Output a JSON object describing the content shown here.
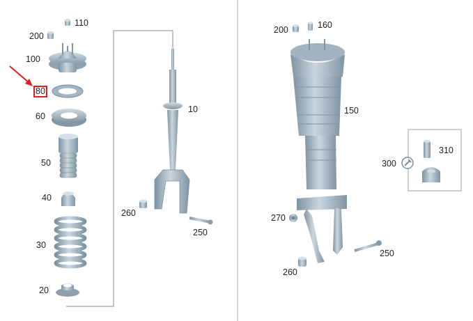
{
  "diagram": {
    "left_panel": {
      "callouts": [
        "110",
        "200",
        "100",
        "80",
        "60",
        "50",
        "40",
        "30",
        "20",
        "10",
        "260",
        "250"
      ],
      "highlighted": "80"
    },
    "right_panel": {
      "callouts": [
        "200",
        "160",
        "150",
        "300",
        "310",
        "270",
        "250",
        "260"
      ]
    },
    "colors": {
      "part_fill": "#a8b9c6",
      "part_dark": "#7b8e9d",
      "part_light": "#cfdbe3",
      "highlight": "#e01e1e",
      "divider": "#b0b0b0",
      "leader": "#8a8a8a"
    }
  }
}
